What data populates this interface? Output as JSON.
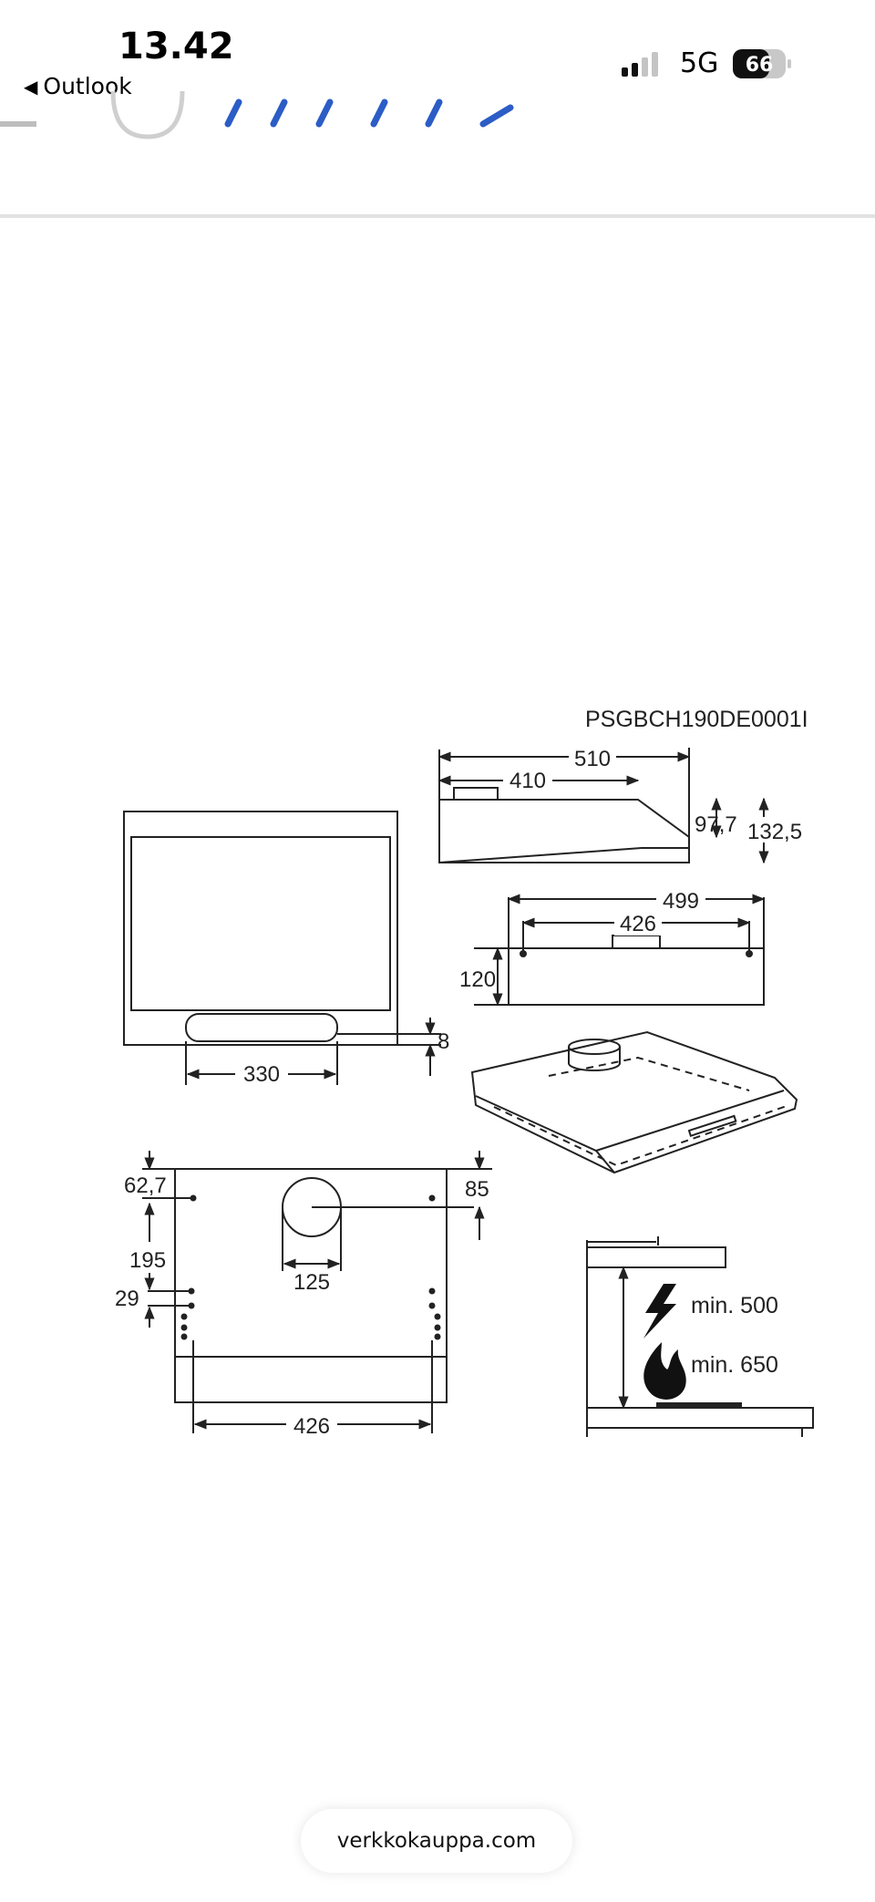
{
  "status_bar": {
    "time": "13.42",
    "back_label": "Outlook",
    "network": "5G",
    "battery": "66"
  },
  "drawing": {
    "model_code": "PSGBCH190DE0001I",
    "dimensions": {
      "side_total_depth": "510",
      "side_duct_depth": "410",
      "side_front_height": "97,7",
      "side_total_height": "132,5",
      "back_width": "499",
      "back_hole_spacing": "426",
      "back_height": "120",
      "front_filter_width": "330",
      "front_bottom_offset": "8",
      "bottom_top_offset": "62,7",
      "bottom_right_offset": "85",
      "bottom_hole_gap": "195",
      "bottom_lower_gap": "29",
      "duct_diameter": "125",
      "bottom_hole_spacing": "426"
    },
    "clearances": {
      "electric": "min. 500",
      "gas": "min. 650"
    }
  },
  "address_bar": {
    "url": "verkkokauppa.com"
  },
  "colors": {
    "accent": "#2c5cc5",
    "divider": "#e2e2e2",
    "line": "#222222"
  }
}
